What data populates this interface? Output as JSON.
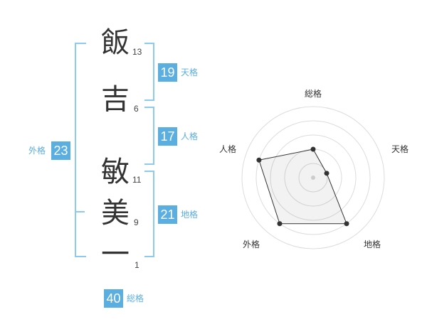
{
  "name": {
    "characters": [
      {
        "char": "飯",
        "strokes": "13"
      },
      {
        "char": "吉",
        "strokes": "6"
      },
      {
        "char": "敏",
        "strokes": "11"
      },
      {
        "char": "美",
        "strokes": "9"
      },
      {
        "char": "一",
        "strokes": "1"
      }
    ]
  },
  "fortune": {
    "tenkaku": {
      "value": "19",
      "label": "天格"
    },
    "jinkaku": {
      "value": "17",
      "label": "人格"
    },
    "chikaku": {
      "value": "21",
      "label": "地格"
    },
    "gaikaku": {
      "value": "23",
      "label": "外格"
    },
    "soukaku": {
      "value": "40",
      "label": "総格"
    }
  },
  "colors": {
    "accent": "#5aaee0",
    "bracket": "#8ccaf0",
    "text": "#333333"
  },
  "chart_data": {
    "type": "radar",
    "axes": [
      "総格",
      "天格",
      "地格",
      "外格",
      "人格"
    ],
    "values": [
      2,
      1,
      4,
      4,
      4
    ],
    "rmax": 5,
    "rings": 5
  }
}
